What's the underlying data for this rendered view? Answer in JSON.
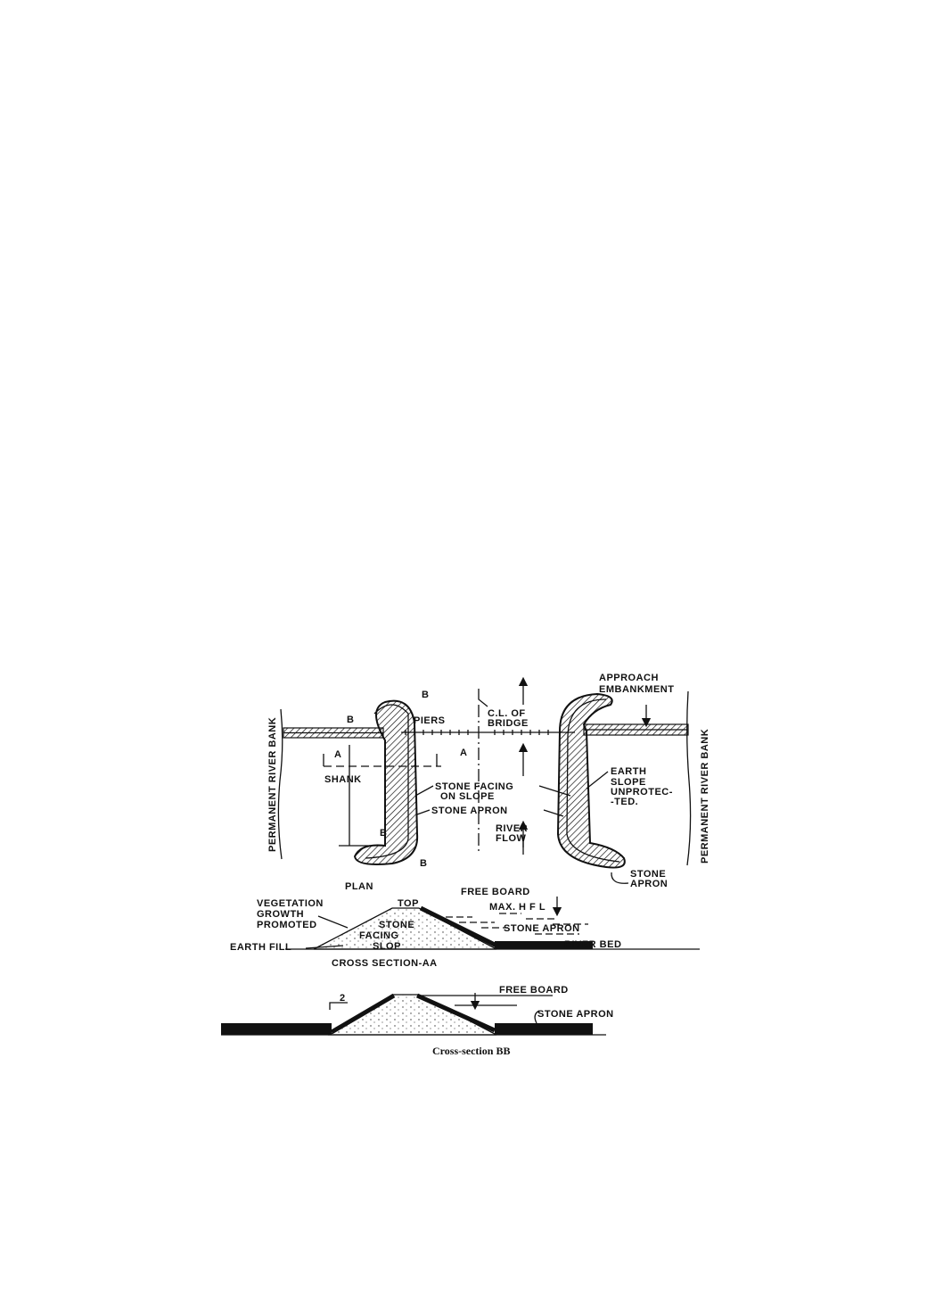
{
  "plan": {
    "left_bank": "PERMANENT RIVER BANK",
    "right_bank": "PERMANENT RIVER BANK",
    "approach_1": "APPROACH",
    "approach_2": "EMBANKMENT",
    "piers": "PIERS",
    "cl_1": "C.L. OF",
    "cl_2": "BRIDGE",
    "b": "B",
    "a": "A",
    "shank": "SHANK",
    "stone_facing_1": "STONE FACING",
    "stone_facing_2": "ON SLOPE",
    "stone_apron": "STONE APRON",
    "earth_1": "EARTH",
    "earth_2": "SLOPE",
    "earth_3": "UNPROTEC-",
    "earth_4": "-TED.",
    "river_1": "RIVER",
    "river_2": "FLOW",
    "apron_r1": "STONE",
    "apron_r2": "APRON",
    "title": "PLAN"
  },
  "section_aa": {
    "free_board": "FREE BOARD",
    "top": "TOP",
    "veg_1": "VEGETATION",
    "veg_2": "GROWTH",
    "veg_3": "PROMOTED",
    "max_hfl": "MAX. H F L",
    "sf_1": "STONE",
    "sf_2": "FACING",
    "sf_3": "SLOP",
    "stone_apron": "STONE APRON",
    "earth_fill": "EARTH FILL",
    "river_bed": "RIVER BED",
    "title": "CROSS SECTION-AA"
  },
  "section_bb": {
    "slope": "2",
    "free_board": "FREE BOARD",
    "stone_apron": "STONE APRON",
    "caption": "Cross-section BB"
  }
}
